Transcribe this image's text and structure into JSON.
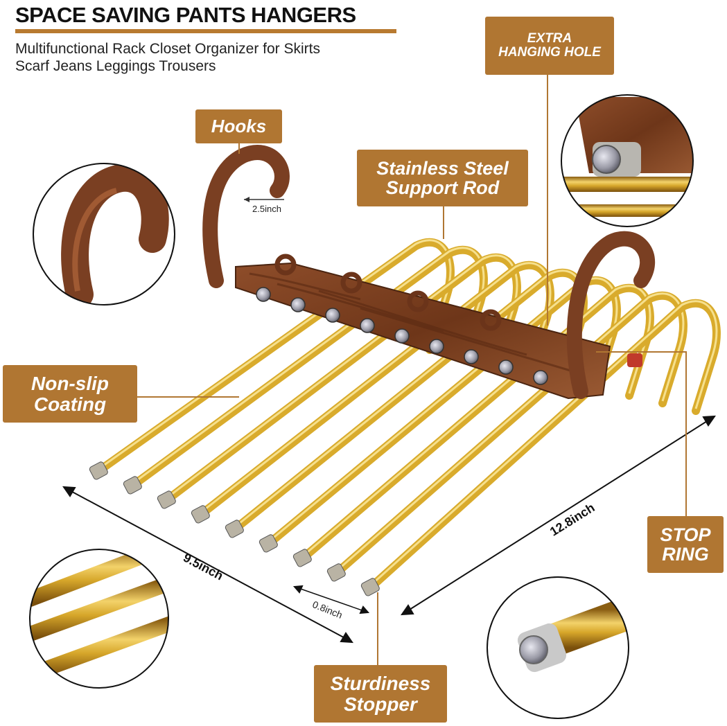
{
  "header": {
    "title": "SPACE SAVING PANTS HANGERS",
    "subtitle_line1": "Multifunctional Rack Closet Organizer for Skirts",
    "subtitle_line2": "Scarf Jeans Leggings Trousers"
  },
  "callouts": {
    "extra_hanging_hole_line1": "EXTRA",
    "extra_hanging_hole_line2": "HANGING HOLE",
    "hooks": "Hooks",
    "support_rod_line1": "Stainless Steel",
    "support_rod_line2": "Support Rod",
    "non_slip_line1": "Non-slip",
    "non_slip_line2": "Coating",
    "stop_ring_line1": "STOP",
    "stop_ring_line2": "RING",
    "stopper_line1": "Sturdiness",
    "stopper_line2": "Stopper"
  },
  "dimensions": {
    "hook_width": "2.5inch",
    "depth": "9.5inch",
    "length": "12.8inch",
    "spacing": "0.8inch"
  },
  "colors": {
    "accent": "#b07632",
    "gold": "#d8a92a",
    "wood": "#7a3f22"
  }
}
